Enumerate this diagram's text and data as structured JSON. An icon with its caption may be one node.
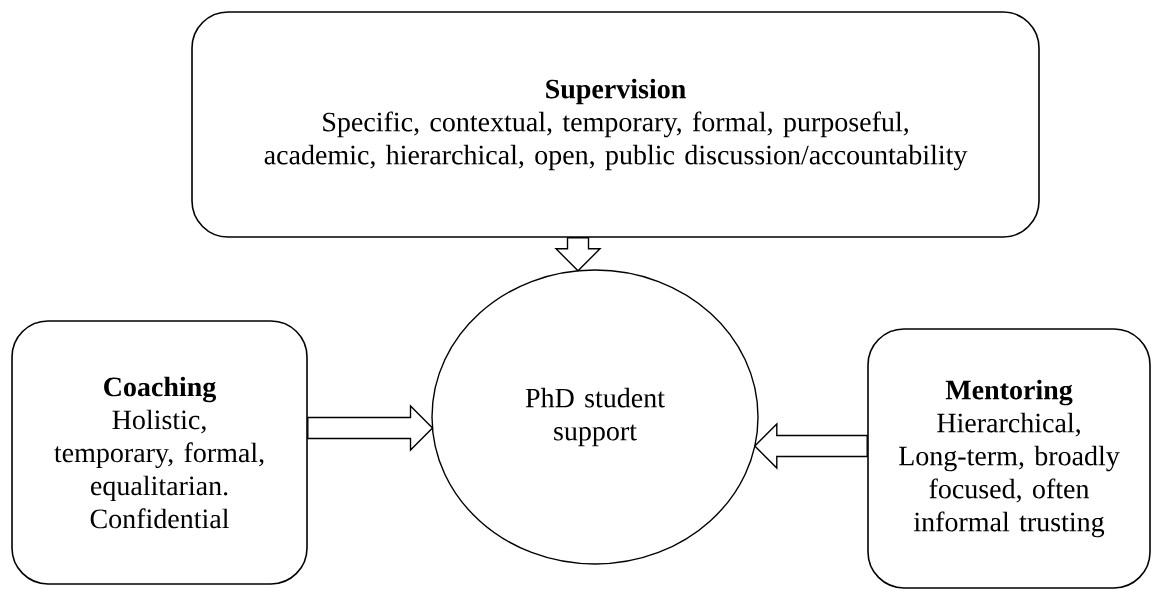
{
  "diagram": {
    "nodes": [
      {
        "text": [
          "Supervision",
          "Specific, contextual, temporary, formal, purposeful, academic, hierarchical, open, public discussion/accountability"
        ]
      },
      {
        "text": [
          "Coaching",
          "Holistic, temporary, formal, equalitarian. Confidential"
        ]
      },
      {
        "text": [
          "PhD student support"
        ]
      },
      {
        "text": [
          "Mentoring",
          "Hierarchical, Long-term, broadly focused, often informal trusting"
        ]
      }
    ],
    "edges": [
      {
        "from": 0,
        "to": 2,
        "arrow": "to"
      },
      {
        "from": 1,
        "to": 2,
        "arrow": "to"
      },
      {
        "from": 3,
        "to": 2,
        "arrow": "to"
      }
    ]
  }
}
